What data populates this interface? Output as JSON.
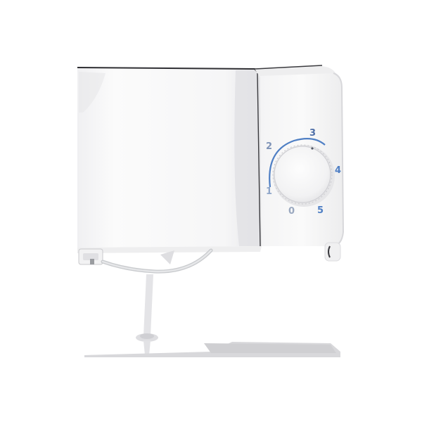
{
  "dial": {
    "numbers": [
      {
        "id": "1",
        "label": "1"
      },
      {
        "id": "2",
        "label": "2"
      },
      {
        "id": "3",
        "label": "3"
      },
      {
        "id": "4",
        "label": "4"
      },
      {
        "id": "5",
        "label": "5"
      },
      {
        "id": "0",
        "label": "0"
      }
    ]
  },
  "colors": {
    "body": "#f7f7f8",
    "shadow": "#dcdcdf",
    "edge": "#2f2f33",
    "dial_accent": "#4f7fc4",
    "cable": "#d3d5d8",
    "background": "#ffffff"
  },
  "icons": {
    "dial": "dial-knob",
    "cable": "power-cable",
    "connector": "cable-connector",
    "latch": "side-latch"
  }
}
